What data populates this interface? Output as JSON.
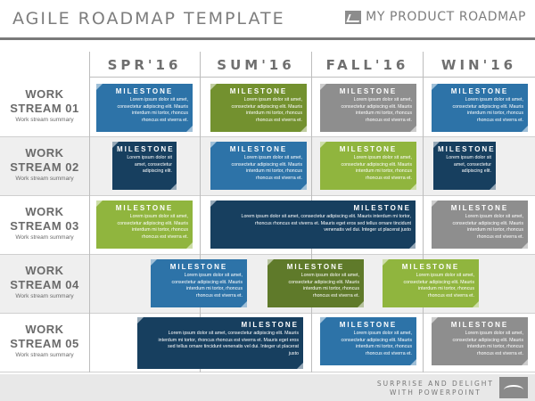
{
  "header": {
    "title": "AGILE ROADMAP TEMPLATE",
    "brand": "MY PRODUCT ROADMAP",
    "brand_icon": "product-roadmap-icon"
  },
  "columns": [
    "SPR'16",
    "SUM'16",
    "FALL'16",
    "WIN'16"
  ],
  "streams": [
    {
      "title_line1": "WORK",
      "title_line2": "STREAM 01",
      "summary": "Work stream summary"
    },
    {
      "title_line1": "WORK",
      "title_line2": "STREAM 02",
      "summary": "Work stream summary"
    },
    {
      "title_line1": "WORK",
      "title_line2": "STREAM 03",
      "summary": "Work stream summary"
    },
    {
      "title_line1": "WORK",
      "title_line2": "STREAM 04",
      "summary": "Work stream summary"
    },
    {
      "title_line1": "WORK",
      "title_line2": "STREAM 05",
      "summary": "Work stream summary"
    }
  ],
  "milestones": [
    {
      "stream": 1,
      "title": "MILESTONE",
      "lines": [
        "Lorem ipsum dolor sit amet,",
        "consectetur adipiscing elit. Mauris",
        "interdum mi tortor, rhoncus",
        "rhoncus est viverra et."
      ],
      "color": "#2d73a8"
    },
    {
      "stream": 1,
      "title": "MILESTONE",
      "lines": [
        "Lorem ipsum dolor sit amet,",
        "consectetur adipiscing elit. Mauris",
        "interdum mi tortor, rhoncus",
        "rhoncus est viverra et."
      ],
      "color": "#73912f"
    },
    {
      "stream": 1,
      "title": "MILESTONE",
      "lines": [
        "Lorem ipsum dolor sit amet,",
        "consectetur adipiscing elit. Mauris",
        "interdum mi tortor, rhoncus",
        "rhoncus est viverra et."
      ],
      "color": "#8e8e8e"
    },
    {
      "stream": 1,
      "title": "MILESTONE",
      "lines": [
        "Lorem ipsum dolor sit amet,",
        "consectetur adipiscing elit. Mauris",
        "interdum mi tortor, rhoncus",
        "rhoncus est viverra et."
      ],
      "color": "#2d73a8"
    },
    {
      "stream": 2,
      "title": "MILESTONE",
      "lines": [
        "Lorem ipsum dolor sit",
        "amet, consectetur",
        "adipiscing elit."
      ],
      "color": "#173f5f"
    },
    {
      "stream": 2,
      "title": "MILESTONE",
      "lines": [
        "Lorem ipsum dolor sit amet,",
        "consectetur adipiscing elit. Mauris",
        "interdum mi tortor, rhoncus",
        "rhoncus est viverra et."
      ],
      "color": "#2d73a8"
    },
    {
      "stream": 2,
      "title": "MILESTONE",
      "lines": [
        "Lorem ipsum dolor sit amet,",
        "consectetur adipiscing elit. Mauris",
        "interdum mi tortor, rhoncus",
        "rhoncus est viverra et."
      ],
      "color": "#90b53e"
    },
    {
      "stream": 2,
      "title": "MILESTONE",
      "lines": [
        "Lorem ipsum dolor sit",
        "amet, consectetur",
        "adipiscing elit."
      ],
      "color": "#173f5f"
    },
    {
      "stream": 3,
      "title": "MILESTONE",
      "lines": [
        "Lorem ipsum dolor sit amet,",
        "consectetur adipiscing elit. Mauris",
        "interdum mi tortor, rhoncus",
        "rhoncus est viverra et."
      ],
      "color": "#90b53e"
    },
    {
      "stream": 3,
      "title": "MILESTONE",
      "lines": [
        "Lorem ipsum dolor sit amet, consectetur adipiscing elit. Mauris interdum mi tortor,",
        "rhoncus rhoncus est viverra et. Mauris eget eros sed tellus ornare tincidunt",
        "venenatis vel dui. Integer ut placerat justo"
      ],
      "color": "#173f5f"
    },
    {
      "stream": 3,
      "title": "MILESTONE",
      "lines": [
        "Lorem ipsum dolor sit amet,",
        "consectetur adipiscing elit. Mauris",
        "interdum mi tortor, rhoncus",
        "rhoncus est viverra et."
      ],
      "color": "#8e8e8e"
    },
    {
      "stream": 4,
      "title": "MILESTONE",
      "lines": [
        "Lorem ipsum dolor sit amet,",
        "consectetur adipiscing elit. Mauris",
        "interdum mi tortor, rhoncus",
        "rhoncus est viverra et."
      ],
      "color": "#2d73a8"
    },
    {
      "stream": 4,
      "title": "MILESTONE",
      "lines": [
        "Lorem ipsum dolor sit amet,",
        "consectetur adipiscing elit. Mauris",
        "interdum mi tortor, rhoncus",
        "rhoncus est viverra et."
      ],
      "color": "#5f7a2a"
    },
    {
      "stream": 4,
      "title": "MILESTONE",
      "lines": [
        "Lorem ipsum dolor sit amet,",
        "consectetur adipiscing elit. Mauris",
        "interdum mi tortor, rhoncus",
        "rhoncus est viverra et."
      ],
      "color": "#90b53e"
    },
    {
      "stream": 5,
      "title": "MILESTONE",
      "lines": [
        "Lorem ipsum dolor sit amet, consectetur adipiscing elit. Mauris",
        "interdum mi tortor, rhoncus rhoncus est viverra et. Mauris eget eros",
        "sed tellus ornare tincidunt venenatis vel dui. Integer ut placerat",
        "justo"
      ],
      "color": "#173f5f"
    },
    {
      "stream": 5,
      "title": "MILESTONE",
      "lines": [
        "Lorem ipsum dolor sit amet,",
        "consectetur adipiscing elit. Mauris",
        "interdum mi tortor, rhoncus",
        "rhoncus est viverra et."
      ],
      "color": "#2d73a8"
    },
    {
      "stream": 5,
      "title": "MILESTONE",
      "lines": [
        "Lorem ipsum dolor sit amet,",
        "consectetur adipiscing elit. Mauris",
        "interdum mi tortor, rhoncus",
        "rhoncus est viverra et."
      ],
      "color": "#8e8e8e"
    }
  ],
  "footer": {
    "line1": "SURPRISE AND DELIGHT",
    "line2": "WITH POWERPOINT",
    "logo_icon": "road-logo-icon"
  }
}
